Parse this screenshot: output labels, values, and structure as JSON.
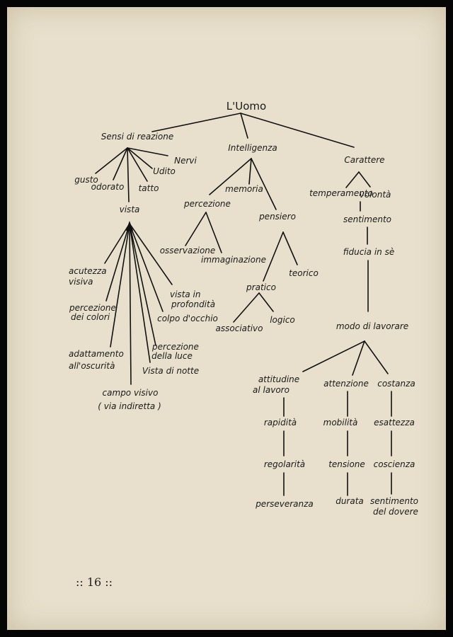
{
  "page_number": ":: 16 ::",
  "root": "L'Uomo",
  "sensi": {
    "title": "Sensi di reazione",
    "gusto": "gusto",
    "odorato": "odorato",
    "tatto": "tatto",
    "udito": "Udito",
    "nervi": "Nervi",
    "vista": "vista",
    "vista_children": {
      "acutezza_1": "acutezza",
      "acutezza_2": "visiva",
      "percezione_colori_1": "percezione",
      "percezione_colori_2": "dei colori",
      "adattamento_1": "adattamento",
      "adattamento_2": "all'oscurità",
      "campo_1": "campo visivo",
      "campo_2": "( via indiretta )",
      "notte": "Vista di notte",
      "luce_1": "percezione",
      "luce_2": "della luce",
      "colpo": "colpo d'occhio",
      "profondita_1": "vista in",
      "profondita_2": "profondità"
    }
  },
  "intelligenza": {
    "title": "Intelligenza",
    "memoria": "memoria",
    "percezione": "percezione",
    "osservazione": "osservazione",
    "immaginazione": "immaginazione",
    "pensiero": "pensiero",
    "teorico": "teorico",
    "pratico": "pratico",
    "associativo": "associativo",
    "logico": "logico"
  },
  "carattere": {
    "title": "Carattere",
    "temperamento": "temperamento",
    "volonta": "volontà",
    "sentimento": "sentimento",
    "fiducia": "fiducia in sè",
    "modo": "modo di lavorare",
    "attitudine_1": "attitudine",
    "attitudine_2": "al lavoro",
    "attenzione": "attenzione",
    "costanza": "costanza",
    "rapidita": "rapidità",
    "mobilita": "mobilità",
    "esattezza": "esattezza",
    "regolarita": "regolarità",
    "tensione": "tensione",
    "coscienza": "coscienza",
    "perseveranza": "perseveranza",
    "durata": "durata",
    "sentimento_dovere_1": "sentimento",
    "sentimento_dovere_2": "del dovere"
  }
}
